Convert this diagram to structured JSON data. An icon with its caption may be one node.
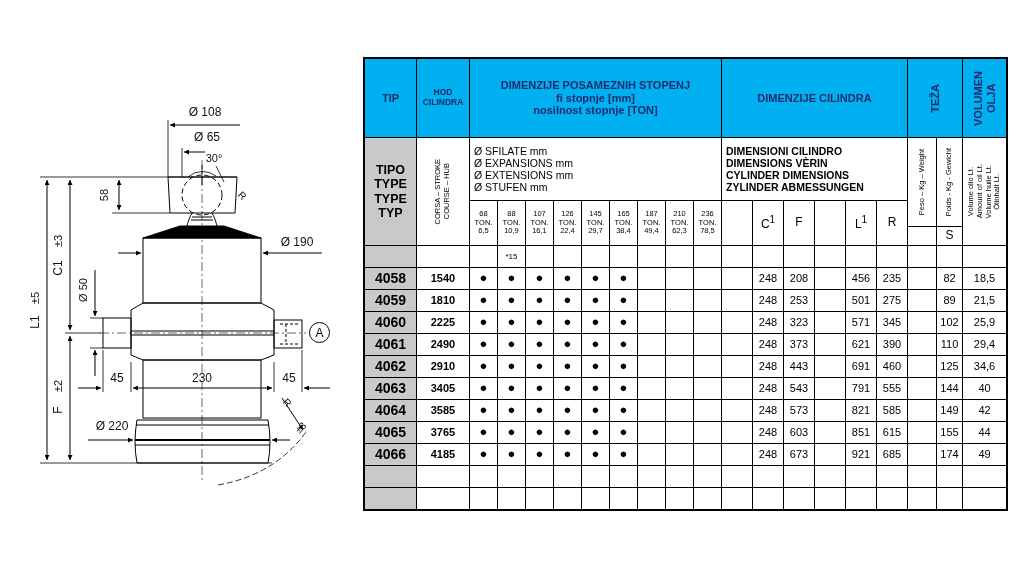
{
  "diagram": {
    "nodes": [
      {
        "text": [
          "A"
        ]
      }
    ],
    "labels": [
      "Ø 108",
      "Ø 65",
      "30°",
      "R",
      "58",
      "Ø 190",
      "±3",
      "C1",
      "Ø 50",
      "±5",
      "L1",
      "45",
      "230",
      "45",
      "±2",
      "F",
      "Ø 220",
      "R",
      "±3",
      "TIP",
      "HOD CILINDRA",
      "DIMENZIJE POSAMEZNIH STOPENJ",
      "fi stopnje [mm]",
      "nosilnost stopnje [TON]",
      "DIMENZIJE CILINDRA",
      "TEŽA",
      "VOLUMEN OLJA",
      "TIPO",
      "TYPE",
      "TYPE",
      "TYP",
      "CORSA – STROKE",
      "COURSE – HUB",
      "Ø SFILATE mm",
      "Ø EXPANSIONS mm",
      "Ø EXTENSIONS mm",
      "Ø STUFEN mm",
      "DIMENSIONI CILINDRO",
      "DIMENSIONS VÈRIN",
      "CYLINDER DIMENSIONS",
      "ZYLINDER ABMESSUNGEN",
      "Peso – Kg – Weight",
      "Poids - Kg - Gewicht",
      "Volume olio Lt.",
      "Amount of oil Lt.",
      "Volume huile Lt.",
      "Ölinhalt Lt.",
      "68 TON. 6,5",
      "88 TON. 10,9",
      "107 TON. 16,1",
      "126 TON. 22,4",
      "145 TON. 29,7",
      "165 TON. 38,4",
      "187 TON. 49,4",
      "210 TON. 62,3",
      "236 TON. 78,5",
      "C$^{1}$",
      "F",
      "L$^{1}$",
      "R",
      "S",
      "*15",
      "4058",
      "1540",
      "●",
      "●",
      "●",
      "●",
      "●",
      "●",
      "248",
      "208",
      "456",
      "235",
      "82",
      "18,5",
      "4059",
      "1810",
      "●",
      "●",
      "●",
      "●",
      "●",
      "●",
      "248",
      "253",
      "501",
      "275",
      "89",
      "21,5",
      "4060",
      "2225",
      "●",
      "●",
      "●",
      "●",
      "●",
      "●",
      "248",
      "323",
      "571",
      "345",
      "102",
      "25,9",
      "4061",
      "2490",
      "●",
      "●",
      "●",
      "●",
      "●",
      "●",
      "248",
      "373",
      "621",
      "390",
      "110",
      "29,4",
      "4062",
      "2910",
      "●",
      "●",
      "●",
      "●",
      "●",
      "●",
      "248",
      "443",
      "691",
      "460",
      "125",
      "34,6",
      "4063",
      "3405",
      "●",
      "●",
      "●",
      "●",
      "●",
      "●",
      "248",
      "543",
      "791",
      "555",
      "144",
      "40",
      "4064",
      "3585",
      "●",
      "●",
      "●",
      "●",
      "●",
      "●",
      "248",
      "573",
      "821",
      "585",
      "149",
      "42",
      "4065",
      "3765",
      "●",
      "●",
      "●",
      "●",
      "●",
      "●",
      "248",
      "603",
      "851",
      "615",
      "155",
      "44",
      "4066",
      "4185",
      "●",
      "●",
      "●",
      "●",
      "●",
      "●",
      "248",
      "673",
      "921",
      "685",
      "174",
      "49"
    ]
  }
}
